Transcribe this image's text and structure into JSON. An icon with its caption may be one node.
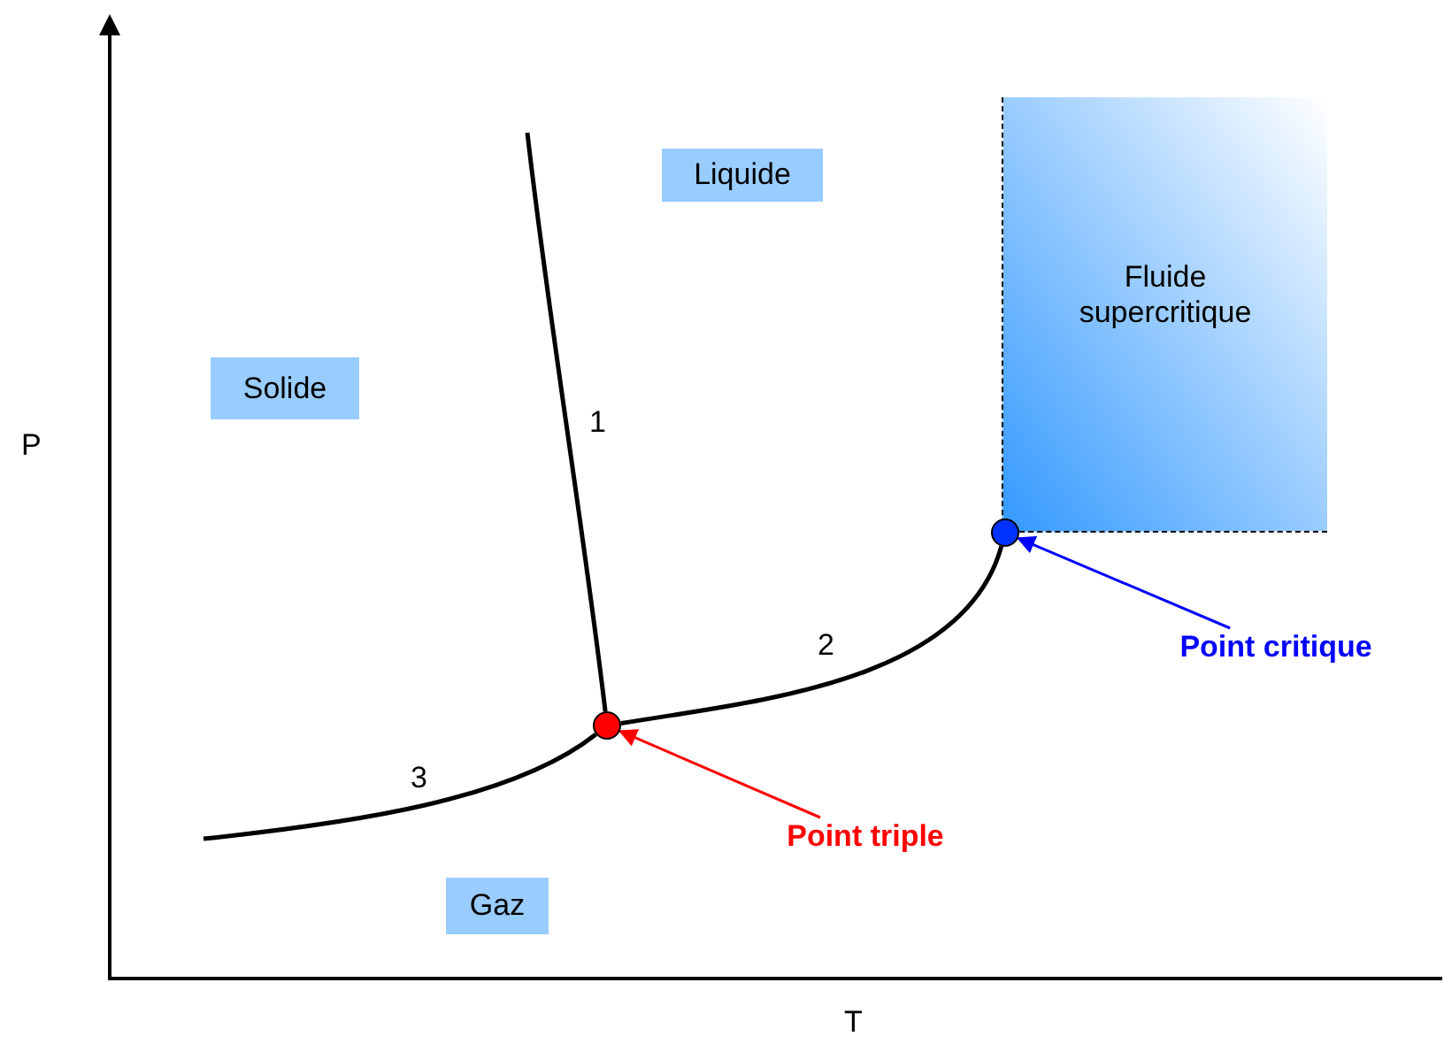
{
  "diagram": {
    "nodes": [
      {
        "text": [
          "Liquide"
        ]
      },
      {
        "text": [
          "Fluide supercritique"
        ]
      },
      {
        "text": [
          "Solide"
        ]
      },
      {
        "text": [],
        "shape": "circle"
      },
      {
        "text": [
          "Point critique"
        ]
      },
      {
        "text": [],
        "shape": "circle"
      },
      {
        "text": [
          "Point triple"
        ]
      },
      {
        "text": [
          "Gaz"
        ]
      }
    ],
    "edges": [
      {
        "from": 5,
        "to": null,
        "arrow": "none",
        "label": "1"
      },
      {
        "from": 5,
        "to": 3,
        "arrow": "none",
        "label": "2"
      },
      {
        "from": null,
        "to": 5,
        "arrow": "none",
        "label": "3"
      },
      {
        "from": 4,
        "to": 3,
        "arrow": "to",
        "color": "#0000ff"
      },
      {
        "from": 6,
        "to": 5,
        "arrow": "to",
        "color": "#ff0000"
      }
    ],
    "labels": [
      "P",
      "T"
    ]
  }
}
